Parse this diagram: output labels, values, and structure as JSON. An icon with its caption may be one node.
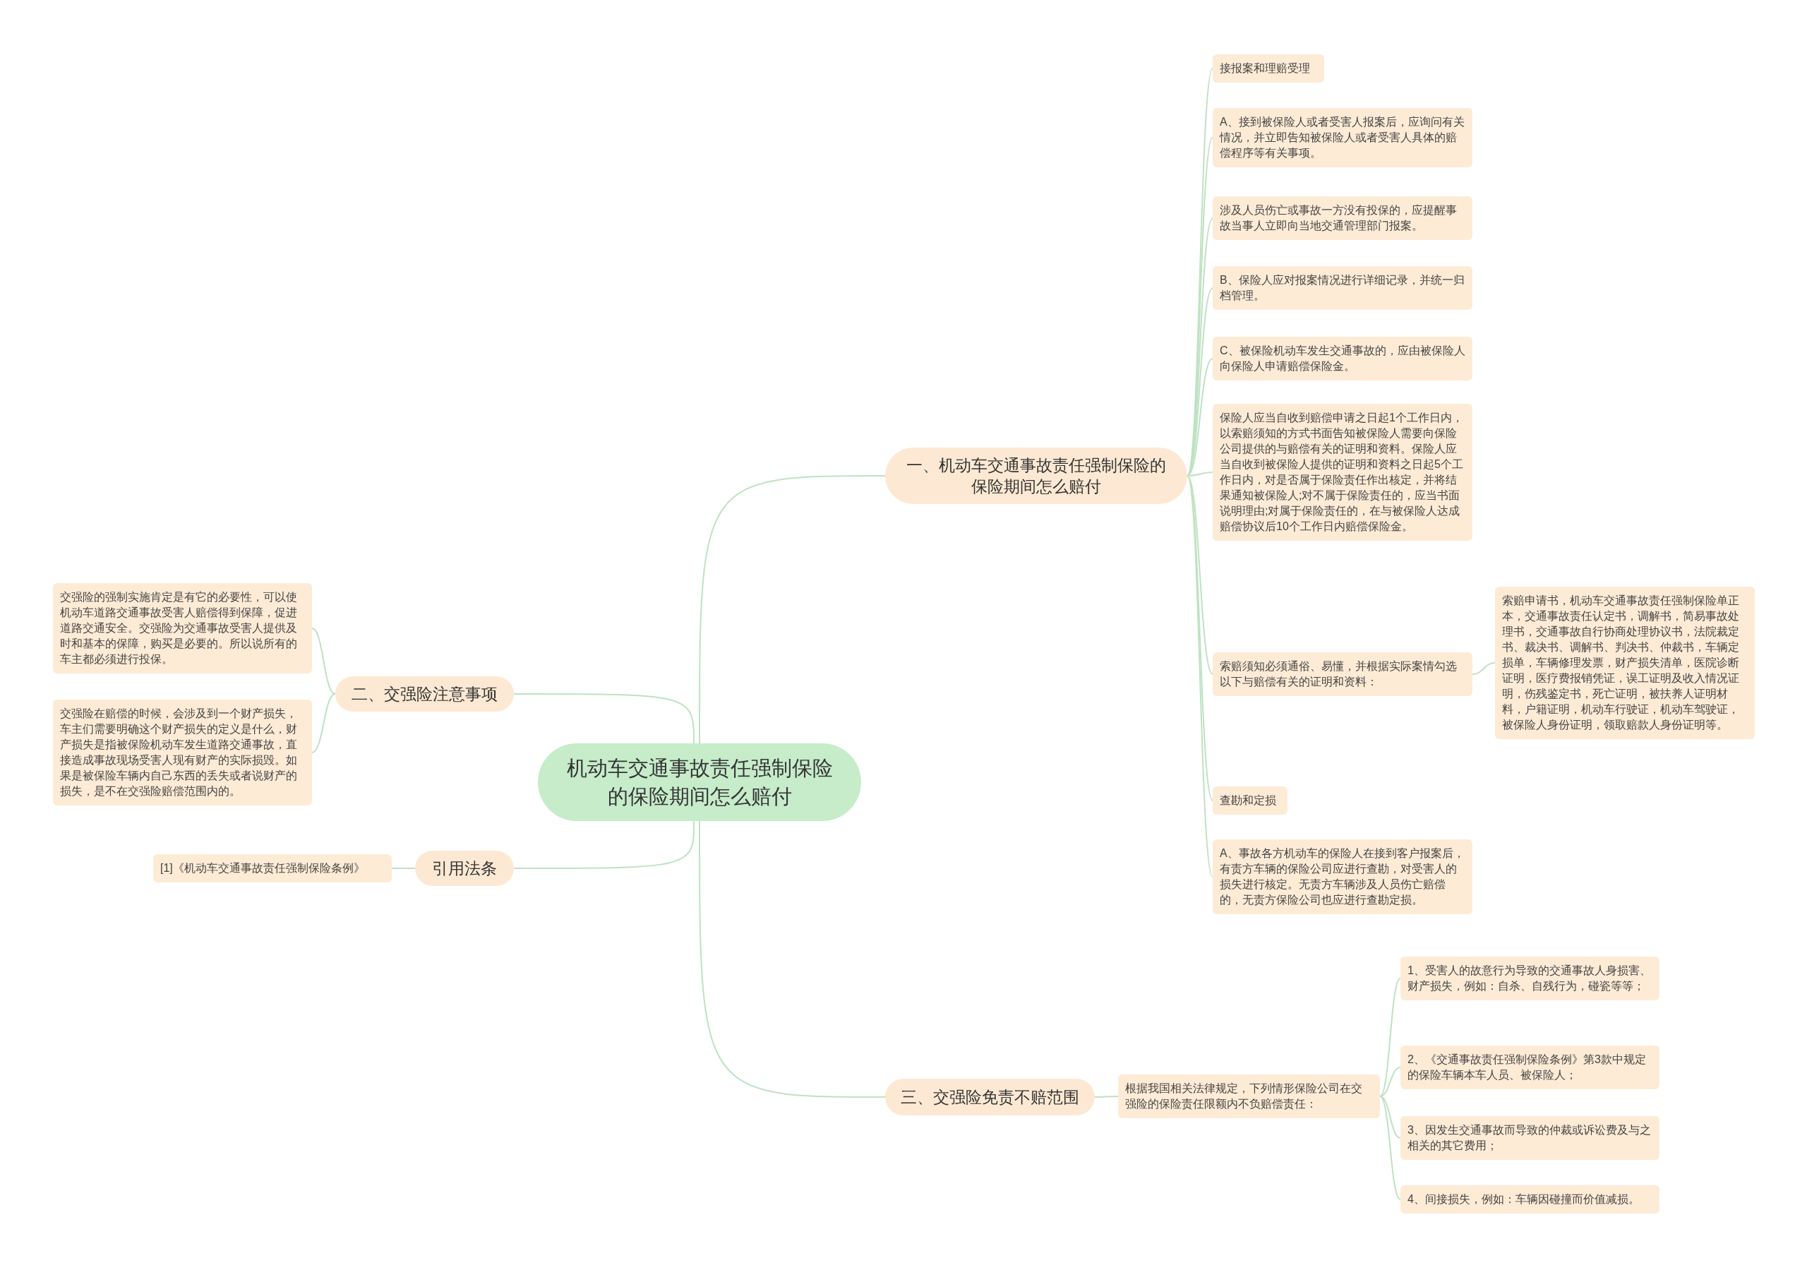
{
  "diagram": {
    "nodes": [
      {
        "text": [
          "机动车交通事故责任强制保险的保险期间怎么赔付"
        ]
      },
      {
        "text": [
          "一、机动车交通事故责任强制保险的保险期间怎么赔付"
        ]
      },
      {
        "text": [
          "接报案和理赔受理"
        ]
      },
      {
        "text": [
          "A、接到被保险人或者受害人报案后，应询问有关情况，并立即告知被保险人或者受害人具体的赔偿程序等有关事项。"
        ]
      },
      {
        "text": [
          "涉及人员伤亡或事故一方没有投保的，应提醒事故当事人立即向当地交通管理部门报案。"
        ]
      },
      {
        "text": [
          "B、保险人应对报案情况进行详细记录，并统一归档管理。"
        ]
      },
      {
        "text": [
          "C、被保险机动车发生交通事故的，应由被保险人向保险人申请赔偿保险金。"
        ]
      },
      {
        "text": [
          "保险人应当自收到赔偿申请之日起1个工作日内，以索赔须知的方式书面告知被保险人需要向保险公司提供的与赔偿有关的证明和资料。保险人应当自收到被保险人提供的证明和资料之日起5个工作日内，对是否属于保险责任作出核定，并将结果通知被保险人;对不属于保险责任的，应当书面说明理由;对属于保险责任的，在与被保险人达成赔偿协议后10个工作日内赔偿保险金。"
        ]
      },
      {
        "text": [
          "索赔须知必须通俗、易懂，并根据实际案情勾选以下与赔偿有关的证明和资料："
        ]
      },
      {
        "text": [
          "索赔申请书，机动车交通事故责任强制保险单正本，交通事故责任认定书，调解书，简易事故处理书，交通事故自行协商处理协议书，法院裁定书、裁决书、调解书、判决书、仲裁书，车辆定损单，车辆修理发票，财产损失清单，医院诊断证明，医疗费报销凭证，误工证明及收入情况证明，伤残鉴定书，死亡证明，被扶养人证明材料，户籍证明，机动车行驶证，机动车驾驶证，被保险人身份证明，领取赔款人身份证明等。"
        ]
      },
      {
        "text": [
          "查勘和定损"
        ]
      },
      {
        "text": [
          "A、事故各方机动车的保险人在接到客户报案后，有责方车辆的保险公司应进行查勘，对受害人的损失进行核定。无责方车辆涉及人员伤亡赔偿的，无责方保险公司也应进行查勘定损。"
        ]
      },
      {
        "text": [
          "二、交强险注意事项"
        ]
      },
      {
        "text": [
          "交强险的强制实施肯定是有它的必要性，可以使机动车道路交通事故受害人赔偿得到保障，促进道路交通安全。交强险为交通事故受害人提供及时和基本的保障，购买是必要的。所以说所有的车主都必须进行投保。"
        ]
      },
      {
        "text": [
          "交强险在赔偿的时候，会涉及到一个财产损失，车主们需要明确这个财产损失的定义是什么，财产损失是指被保险机动车发生道路交通事故，直接造成事故现场受害人现有财产的实际损毁。如果是被保险车辆内自己东西的丢失或者说财产的损失，是不在交强险赔偿范围内的。"
        ]
      },
      {
        "text": [
          "引用法条"
        ]
      },
      {
        "text": [
          "[1]《机动车交通事故责任强制保险条例》"
        ]
      },
      {
        "text": [
          "三、交强险免责不赔范围"
        ]
      },
      {
        "text": [
          "根据我国相关法律规定，下列情形保险公司在交强险的保险责任限额内不负赔偿责任："
        ]
      },
      {
        "text": [
          "1、受害人的故意行为导致的交通事故人身损害、财产损失，例如：自杀、自残行为，碰瓷等等；"
        ]
      },
      {
        "text": [
          "2、《交通事故责任强制保险条例》第3款中规定的保险车辆本车人员、被保险人；"
        ]
      },
      {
        "text": [
          "3、因发生交通事故而导致的仲裁或诉讼费及与之相关的其它费用；"
        ]
      },
      {
        "text": [
          "4、间接损失，例如：车辆因碰撞而价值减损。"
        ]
      }
    ],
    "edges": [
      {
        "from": 0,
        "to": 1,
        "arrow": "none"
      },
      {
        "from": 1,
        "to": 2,
        "arrow": "none"
      },
      {
        "from": 1,
        "to": 3,
        "arrow": "none"
      },
      {
        "from": 1,
        "to": 4,
        "arrow": "none"
      },
      {
        "from": 1,
        "to": 5,
        "arrow": "none"
      },
      {
        "from": 1,
        "to": 6,
        "arrow": "none"
      },
      {
        "from": 1,
        "to": 7,
        "arrow": "none"
      },
      {
        "from": 1,
        "to": 8,
        "arrow": "none"
      },
      {
        "from": 8,
        "to": 9,
        "arrow": "none"
      },
      {
        "from": 1,
        "to": 10,
        "arrow": "none"
      },
      {
        "from": 1,
        "to": 11,
        "arrow": "none"
      },
      {
        "from": 0,
        "to": 12,
        "arrow": "none"
      },
      {
        "from": 12,
        "to": 13,
        "arrow": "none"
      },
      {
        "from": 12,
        "to": 14,
        "arrow": "none"
      },
      {
        "from": 0,
        "to": 15,
        "arrow": "none"
      },
      {
        "from": 15,
        "to": 16,
        "arrow": "none"
      },
      {
        "from": 0,
        "to": 17,
        "arrow": "none"
      },
      {
        "from": 17,
        "to": 18,
        "arrow": "none"
      },
      {
        "from": 18,
        "to": 19,
        "arrow": "none"
      },
      {
        "from": 18,
        "to": 20,
        "arrow": "none"
      },
      {
        "from": 18,
        "to": 21,
        "arrow": "none"
      },
      {
        "from": 18,
        "to": 22,
        "arrow": "none"
      }
    ]
  }
}
